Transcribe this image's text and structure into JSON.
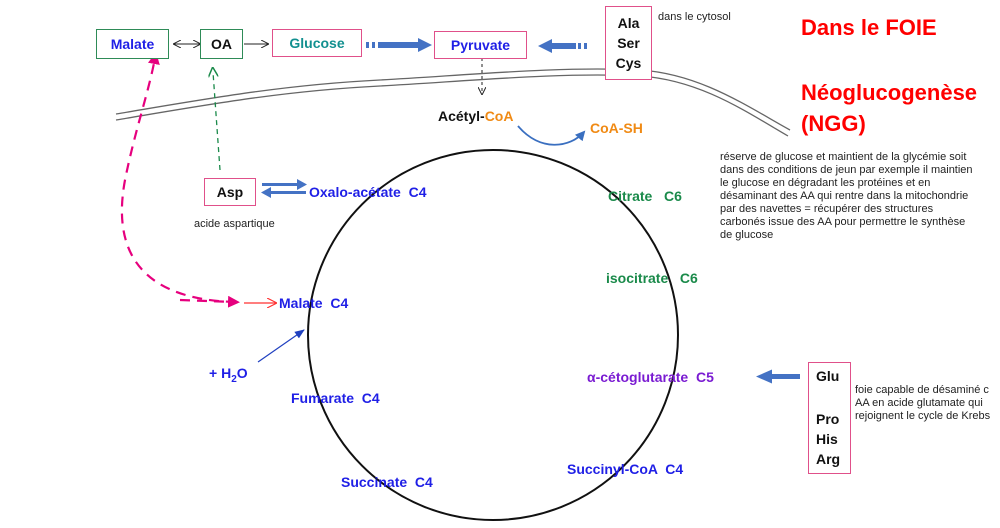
{
  "header": {
    "title": "Dans le FOIE",
    "subtitle_line1": "Néoglucogenèse",
    "subtitle_line2": "(NGG)"
  },
  "top_row": {
    "malate": "Malate",
    "oa": "OA",
    "glucose": "Glucose",
    "pyruvate": "Pyruvate",
    "aa": [
      "Ala",
      "Ser",
      "Cys"
    ],
    "cytosol_note": "dans le cytosol"
  },
  "acetyl": {
    "prefix": "Acétyl-",
    "coa": "CoA",
    "coash": "CoA-SH"
  },
  "cycle": {
    "oxalo": "Oxalo-acétate  C4",
    "citrate": "Citrate   C6",
    "isocitrate": "isocitrate   C6",
    "cetoglutarate": "α-cétoglutarate  C5",
    "succinylcoa": "Succinyl-CoA  C4",
    "succinate": "Succinate  C4",
    "fumarate": "Fumarate  C4",
    "malate": "Malate  C4",
    "h2o_prefix": "+ H",
    "h2o_sub": "2",
    "h2o_suffix": "O"
  },
  "asp": {
    "label": "Asp",
    "note": "acide aspartique"
  },
  "glu_box": {
    "items": [
      "Glu",
      "Pro",
      "His",
      "Arg"
    ]
  },
  "notes": {
    "reserve": [
      "réserve de glucose et maintient de la glycémie soit",
      "dans des conditions de jeun par exemple il maintien",
      "le glucose en dégradant les protéines et en",
      "désaminant des AA qui rentre dans la mitochondrie",
      "par des navettes = récupérer des structures",
      "carbonés issue des AA pour permettre le synthèse",
      "de glucose"
    ],
    "foie": [
      "foie capable de désaminé c",
      "AA en acide glutamate qui",
      "rejoignent le cycle de Krebs"
    ]
  },
  "colors": {
    "blue": "#1f1fe6",
    "teal": "#129090",
    "green": "#1a8a4a",
    "purple": "#7a1bd2",
    "orange": "#f08a14",
    "red": "#ff0000",
    "pink": "#e6007e",
    "arrow_blue": "#4472c4",
    "box_green": "#2e8b57",
    "box_pink": "#e0508a"
  }
}
